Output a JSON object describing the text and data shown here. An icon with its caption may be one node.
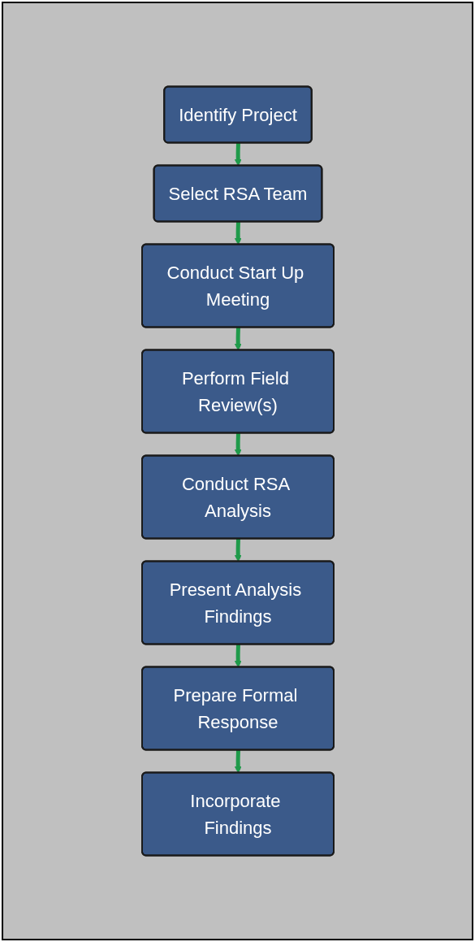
{
  "diagram": {
    "nodes": [
      {
        "text": [
          "Identify Project"
        ]
      },
      {
        "text": [
          "Select RSA Team"
        ]
      },
      {
        "text": [
          "Conduct Start Up Meeting"
        ]
      },
      {
        "text": [
          "Perform Field Review(s)"
        ]
      },
      {
        "text": [
          "Conduct RSA Analysis"
        ]
      },
      {
        "text": [
          "Present Analysis Findings"
        ]
      },
      {
        "text": [
          "Prepare Formal Response"
        ]
      },
      {
        "text": [
          "Incorporate Findings"
        ]
      }
    ],
    "edges": [
      {
        "from": 0,
        "to": 1,
        "arrow": "to"
      },
      {
        "from": 1,
        "to": 2,
        "arrow": "to"
      },
      {
        "from": 2,
        "to": 3,
        "arrow": "to"
      },
      {
        "from": 3,
        "to": 4,
        "arrow": "to"
      },
      {
        "from": 4,
        "to": 5,
        "arrow": "to"
      },
      {
        "from": 5,
        "to": 6,
        "arrow": "to"
      },
      {
        "from": 6,
        "to": 7,
        "arrow": "to"
      }
    ]
  }
}
